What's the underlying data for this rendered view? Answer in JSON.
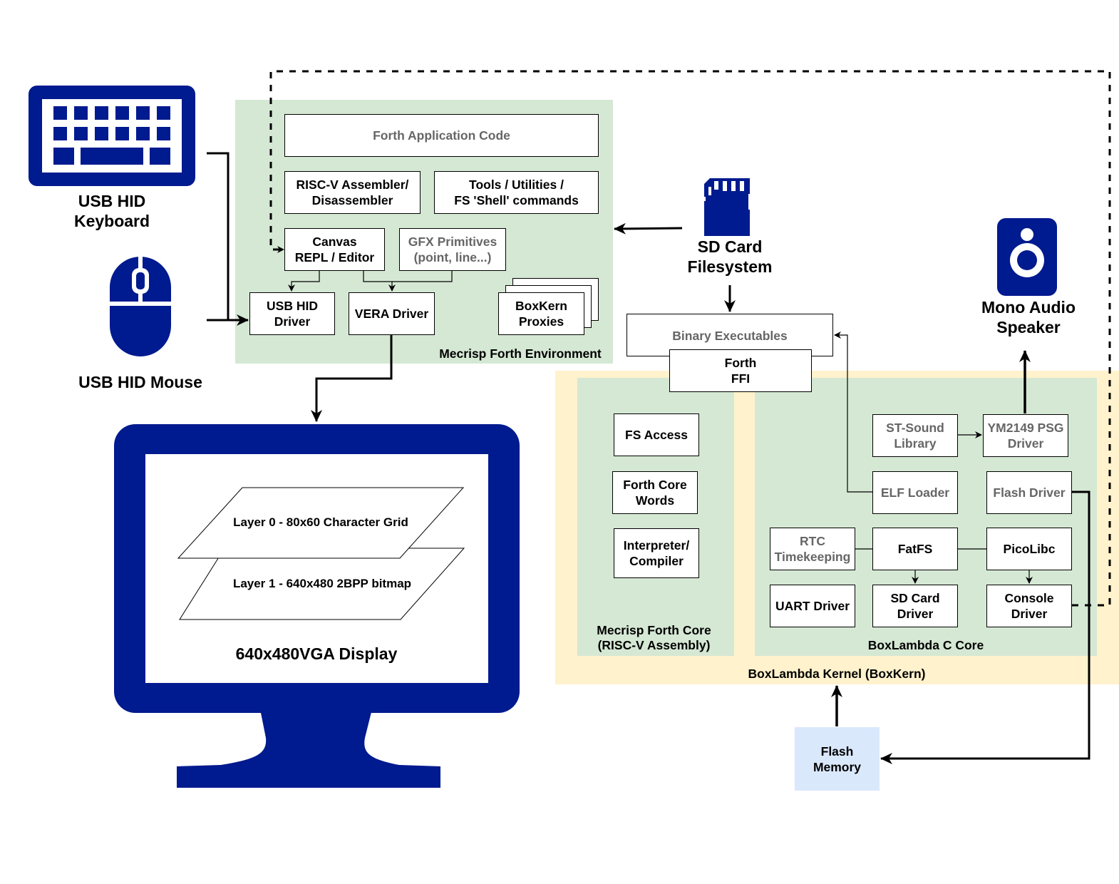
{
  "colors": {
    "icon_blue": "#001a8f",
    "green_region": "#d5e8d4",
    "yellow_region": "#fff2cc",
    "blue_region": "#dae8fc",
    "grey_text": "#666666"
  },
  "devices": {
    "keyboard": {
      "icon": "keyboard-icon",
      "label": "USB HID\nKeyboard"
    },
    "mouse": {
      "icon": "mouse-icon",
      "label": "USB HID Mouse"
    },
    "sd_card": {
      "icon": "sd-card-icon",
      "label": "SD Card\nFilesystem"
    },
    "speaker": {
      "icon": "speaker-icon",
      "label": "Mono Audio\nSpeaker"
    },
    "display": {
      "icon": "monitor-icon",
      "label": "640x480VGA Display",
      "layer0": "Layer 0 - 80x60 Character Grid",
      "layer1": "Layer 1 - 640x480 2BPP bitmap"
    }
  },
  "forth_env": {
    "title": "Mecrisp Forth Environment",
    "app_code": "Forth Application Code",
    "assembler": "RISC-V Assembler/\nDisassembler",
    "tools": "Tools / Utilities /\nFS 'Shell' commands",
    "canvas": "Canvas\nREPL / Editor",
    "gfx": "GFX Primitives\n(point, line...)",
    "usb_driver": "USB HID\nDriver",
    "vera_driver": "VERA Driver",
    "proxies": "BoxKern\nProxies"
  },
  "binary_executables": "Binary Executables",
  "forth_ffi": "Forth\nFFI",
  "kernel": {
    "title": "BoxLambda Kernel (BoxKern)",
    "forth_core": {
      "title": "Mecrisp Forth Core\n(RISC-V Assembly)",
      "fs_access": "FS Access",
      "core_words": "Forth Core\nWords",
      "interpreter": "Interpreter/\nCompiler"
    },
    "c_core": {
      "title": "BoxLambda C Core",
      "st_sound": "ST-Sound\nLibrary",
      "ym2149": "YM2149 PSG\nDriver",
      "elf_loader": "ELF Loader",
      "flash_driver": "Flash Driver",
      "rtc": "RTC\nTimekeeping",
      "fatfs": "FatFS",
      "picolibc": "PicoLibc",
      "uart": "UART Driver",
      "sd_driver": "SD Card\nDriver",
      "console": "Console\nDriver"
    }
  },
  "flash_memory": "Flash\nMemory"
}
